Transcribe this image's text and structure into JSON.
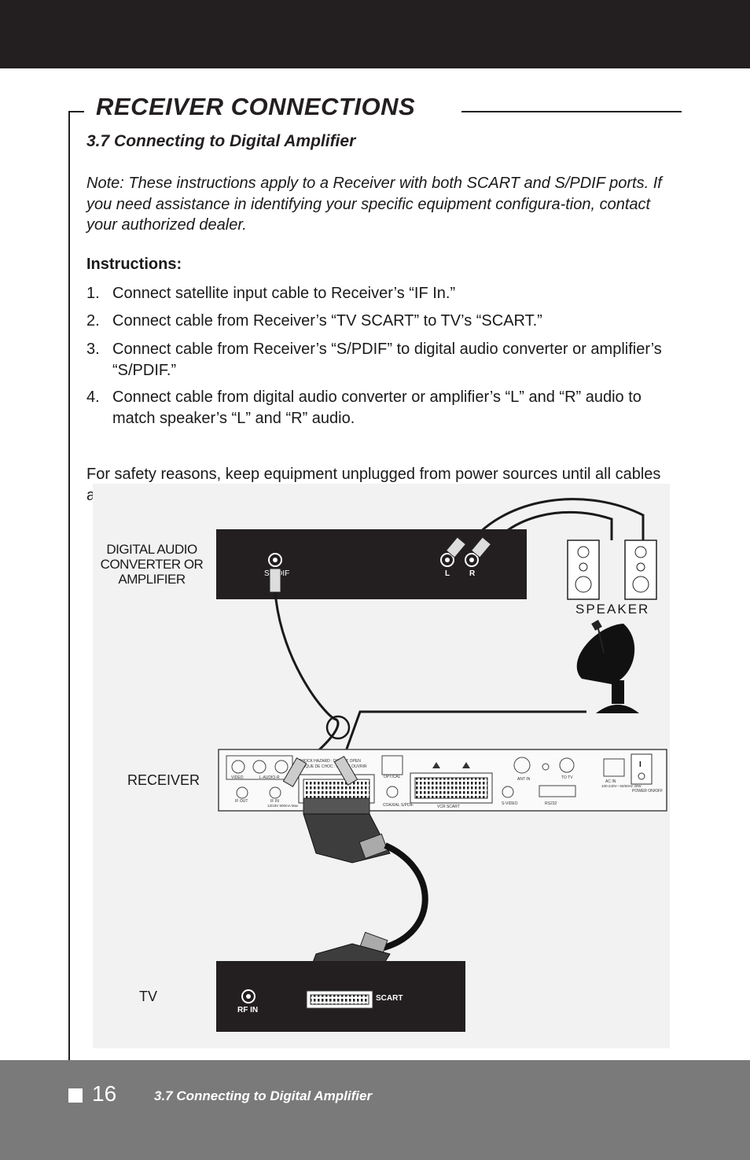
{
  "header": {
    "section_title": "RECEIVER CONNECTIONS"
  },
  "subsection_title": "3.7 Connecting to Digital Amplifier",
  "note": "Note: These instructions apply to a Receiver with both SCART and S/PDIF ports. If you need assistance in identifying your specific equipment configura-tion, contact your authorized dealer.",
  "instructions": {
    "heading": "Instructions:",
    "steps": [
      {
        "num": "1.",
        "text": "Connect satellite input cable to Receiver’s “IF In.”"
      },
      {
        "num": "2.",
        "text": "Connect cable  from Receiver’s “TV SCART” to TV’s “SCART.”"
      },
      {
        "num": "3.",
        "text": "Connect cable from Receiver’s “S/PDIF” to  digital audio converter or amplifier’s “S/PDIF.”"
      },
      {
        "num": "4.",
        "text": "Connect cable from digital audio converter or amplifier’s “L” and “R” audio to match speaker’s “L” and “R” audio."
      }
    ]
  },
  "safety": "For safety reasons, keep equipment unplugged from power sources until all cables are properly connected.",
  "diagram": {
    "amp_label": "DIGITAL AUDIO CONVERTER OR AMPLIFIER",
    "amp_spdif": "S/PDIF",
    "amp_l": "L",
    "amp_r": "R",
    "speaker_label": "SPEAKER",
    "receiver_label": "RECEIVER",
    "tv_label": "TV",
    "tv_rf_in": "RF IN",
    "tv_scart": "SCART",
    "rx_if_out": "IF OUT",
    "rx_if_in": "IF IN",
    "rx_if_spec": "13/18V\n500mA Max",
    "rx_shock": "SHOCK HAZARD : DO NOT OPEN",
    "rx_shock_fr": "RISQUE DE CHOC : NE PAS OUVRIR",
    "rx_optical": "OPTICAL",
    "rx_coaxial": "COAXIAL S/PDIF",
    "rx_vcr_scart": "VCR SCART",
    "rx_ant_in": "ANT IN",
    "rx_to_tv": "TO TV",
    "rx_svideo": "S-VIDEO",
    "rx_rs232": "RS232",
    "rx_ac_in": "AC IN",
    "rx_ac_spec": "100-240V~\n50/60Hz\n30W",
    "rx_power": "POWER ON/OFF",
    "rx_power_mark": "I",
    "rx_audio_l": "L-AUDIO-R",
    "rx_video": "VIDEO"
  },
  "footer": {
    "page_number": "16",
    "title": "3.7 Connecting to Digital Amplifier"
  }
}
